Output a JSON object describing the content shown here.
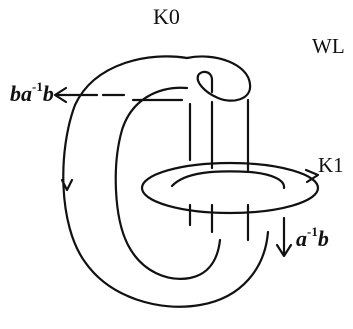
{
  "labels": {
    "k0": "K",
    "k0_sub": "0",
    "wl": "WL",
    "k1": "K",
    "k1_sub": "1",
    "left_word_a": "ba",
    "left_word_exp": "-1",
    "left_word_b": "b",
    "right_word_exp": "-1",
    "right_word_a": "a",
    "right_word_b": "b"
  },
  "colors": {
    "stroke": "#111111",
    "background": "#ffffff"
  }
}
